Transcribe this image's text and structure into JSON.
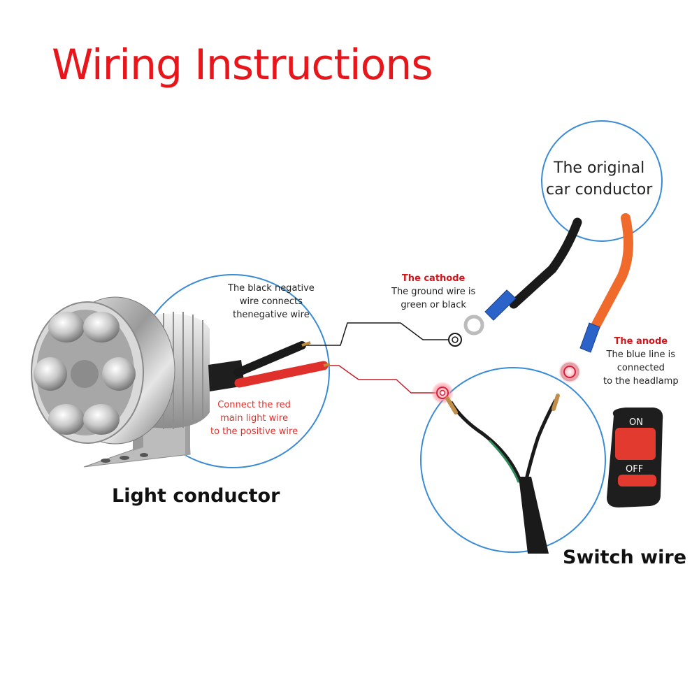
{
  "title": "Wiring Instructions",
  "light_conductor_label": "Light conductor",
  "switch_wire_label": "Switch wire",
  "original_conductor": {
    "line1": "The original",
    "line2": "car conductor"
  },
  "black_wire_note": {
    "line1": "The black negative",
    "line2": "wire connects",
    "line3": "thenegative wire"
  },
  "red_wire_note": {
    "line1": "Connect the red",
    "line2": "main light wire",
    "line3": "to the positive wire"
  },
  "cathode": {
    "heading": "The cathode",
    "line1": "The ground wire is",
    "line2": "green or black"
  },
  "anode": {
    "heading": "The anode",
    "line1": "The blue line is",
    "line2": "connected",
    "line3": "to the headlamp"
  },
  "switch": {
    "on_label": "ON",
    "off_label": "OFF"
  },
  "colors": {
    "title": "#e8151b",
    "circle_outline": "#3a8bd6",
    "red_wire": "#e0302b",
    "black_wire": "#1a1a1a",
    "orange_wire": "#f06a2c",
    "terminal_blue": "#2b63c9"
  }
}
